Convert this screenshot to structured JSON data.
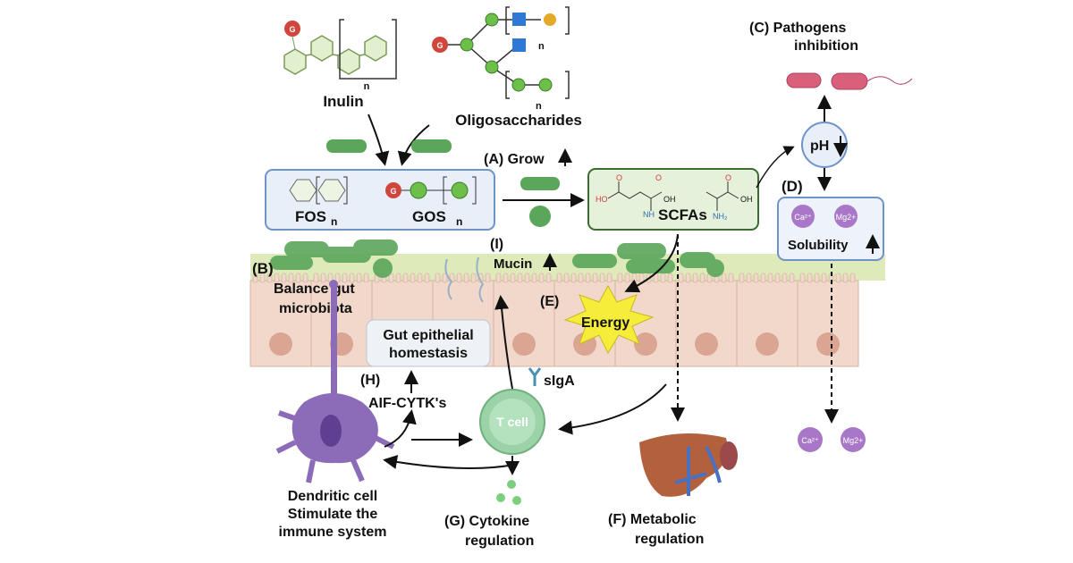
{
  "labels": {
    "inulin": "Inulin",
    "oligosaccharides": "Oligosaccharides",
    "n": "n",
    "g": "G",
    "fos": "FOS",
    "gos": "GOS",
    "grow": "(A) Grow",
    "scfas": "SCFAs",
    "ho": "HO",
    "oh": "OH",
    "o": "O",
    "nh": "NH",
    "nh2": "NH₂",
    "ph": "pH",
    "pathogens_c": "(C)  Pathogens",
    "pathogens_inhibition": "inhibition",
    "d": "(D)",
    "ca": "Ca²⁺",
    "mg": "Mg2+",
    "solubility": "Solubility",
    "b": "(B)",
    "balance1": "Balance gut",
    "balance2": "microbiota",
    "i": "(I)",
    "mucin": "Mucin",
    "e": "(E)",
    "energy": "Energy",
    "gut1": "Gut epithelial",
    "gut2": "homestasis",
    "h": "(H)",
    "aif": "AIF-CYTK's",
    "siga": "sIgA",
    "tcell": "T cell",
    "dendritic1": "Dendritic cell",
    "dendritic2": "Stimulate the",
    "dendritic3": "immune system",
    "g_label": "(G) Cytokine",
    "g_label2": "regulation",
    "f_label": "(F)  Metabolic",
    "f_label2": "regulation"
  },
  "colors": {
    "bacteria": "#5aa65a",
    "prebiotic_box": "#e8eff9",
    "scfa_box": "#e5f1da",
    "mucus_layer": "#dfeabb",
    "epithelium": "#f1d8cb",
    "dendritic": "#8c6bb8",
    "mineral": "#a977c7"
  }
}
